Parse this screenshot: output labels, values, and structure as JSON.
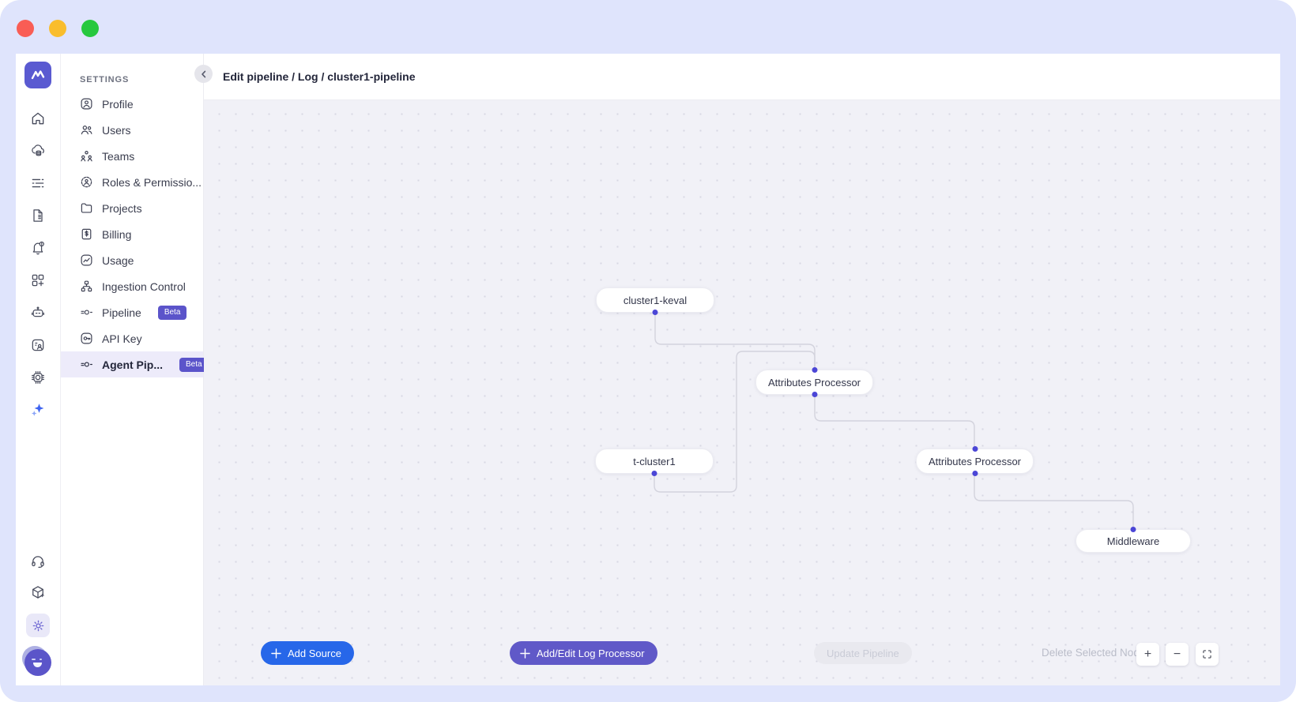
{
  "window": {
    "traffic_lights": [
      {
        "name": "close",
        "color": "#f95d55"
      },
      {
        "name": "minimize",
        "color": "#f9bd2d"
      },
      {
        "name": "maximize",
        "color": "#27c83e"
      }
    ]
  },
  "rail": {
    "icons_top": [
      "home",
      "cloud-database",
      "logs",
      "document",
      "alert-bell",
      "dashboard-add",
      "bot",
      "session-replay",
      "chip",
      "ai-sparkle"
    ],
    "icons_bottom": [
      "headset",
      "package-add",
      "settings-gear",
      "user-avatar"
    ]
  },
  "settings_nav": {
    "title": "SETTINGS",
    "items": [
      {
        "label": "Profile",
        "icon": "profile"
      },
      {
        "label": "Users",
        "icon": "users"
      },
      {
        "label": "Teams",
        "icon": "teams"
      },
      {
        "label": "Roles & Permissio...",
        "icon": "roles-permissions"
      },
      {
        "label": "Projects",
        "icon": "projects"
      },
      {
        "label": "Billing",
        "icon": "billing"
      },
      {
        "label": "Usage",
        "icon": "usage"
      },
      {
        "label": "Ingestion Control",
        "icon": "ingestion-control"
      },
      {
        "label": "Pipeline",
        "icon": "pipeline",
        "badge": "Beta"
      },
      {
        "label": "API Key",
        "icon": "api-key"
      },
      {
        "label": "Agent Pip...",
        "icon": "agent-pipeline",
        "badge": "Beta",
        "selected": true
      }
    ]
  },
  "header": {
    "breadcrumb": "Edit pipeline / Log / cluster1-pipeline"
  },
  "canvas": {
    "nodes": [
      {
        "label": "cluster1-keval"
      },
      {
        "label": "Attributes Processor"
      },
      {
        "label": "t-cluster1"
      },
      {
        "label": "Attributes Processor"
      },
      {
        "label": "Middleware"
      }
    ],
    "edges": [
      "cluster1-keval -> Attributes Processor",
      "t-cluster1 -> Attributes Processor",
      "Attributes Processor -> Attributes Processor",
      "Attributes Processor -> Middleware"
    ]
  },
  "toolbar": {
    "add_source": "Add Source",
    "add_edit_log_processor": "Add/Edit Log Processor",
    "update_pipeline": "Update Pipeline",
    "delete_selected_node": "Delete Selected Node"
  },
  "zoom_controls": {
    "zoom_in": "+",
    "zoom_out": "−"
  },
  "colors": {
    "frame_bg": "#dfe4fc",
    "canvas_bg": "#f1f1f7",
    "brand": "#5a5ad1",
    "accent_blue": "#2767e9",
    "accent_purple": "#6059c8",
    "beta_badge": "#5b54ca",
    "node_handle": "#4b46d6",
    "selected_nav_bg": "#edebfa"
  }
}
